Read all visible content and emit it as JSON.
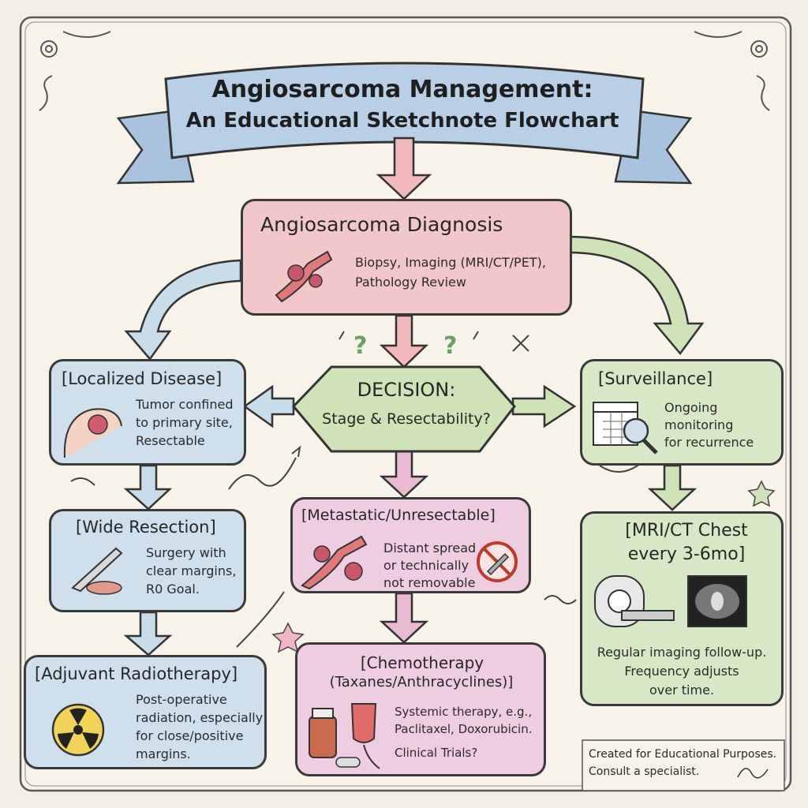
{
  "banner": {
    "line1": "Angiosarcoma Management:",
    "line2": "An Educational Sketchnote Flowchart"
  },
  "diagnosis": {
    "title": "Angiosarcoma Diagnosis",
    "desc_line1": "Biopsy, Imaging (MRI/CT/PET),",
    "desc_line2": "Pathology Review"
  },
  "decision": {
    "line1": "DECISION:",
    "line2": "Stage & Resectability?"
  },
  "localized": {
    "title": "[Localized Disease]",
    "lines": [
      "Tumor confined",
      "to primary site,",
      "Resectable"
    ]
  },
  "surveillance": {
    "title": "[Surveillance]",
    "lines": [
      "Ongoing",
      "monitoring",
      "for recurrence"
    ]
  },
  "resection": {
    "title": "[Wide Resection]",
    "lines": [
      "Surgery with",
      "clear margins,",
      "R0 Goal."
    ]
  },
  "metastatic": {
    "title": "[Metastatic/Unresectable]",
    "lines": [
      "Distant spread",
      "or technically",
      "not removable"
    ]
  },
  "imaging": {
    "title_line1": "[MRI/CT Chest",
    "title_line2": "every 3-6mo]",
    "lines": [
      "Regular imaging follow-up.",
      "Frequency adjusts",
      "over time."
    ]
  },
  "radiotherapy": {
    "title": "[Adjuvant Radiotherapy]",
    "lines": [
      "Post-operative",
      "radiation, especially",
      "for close/positive",
      "margins."
    ]
  },
  "chemo": {
    "title_line1": "[Chemotherapy",
    "title_line2": "(Taxanes/Anthracyclines)]",
    "lines": [
      "Systemic therapy, e.g.,",
      "Paclitaxel, Doxorubicin."
    ],
    "trials": "Clinical Trials?"
  },
  "footer": {
    "line1": "Created for Educational Purposes.",
    "line2": "Consult a specialist."
  },
  "colors": {
    "blue": "#cfe0ec",
    "pink": "#f2c7c9",
    "magenta": "#efcde0",
    "green": "#d8e8c6",
    "banner": "#b9cfe6"
  }
}
